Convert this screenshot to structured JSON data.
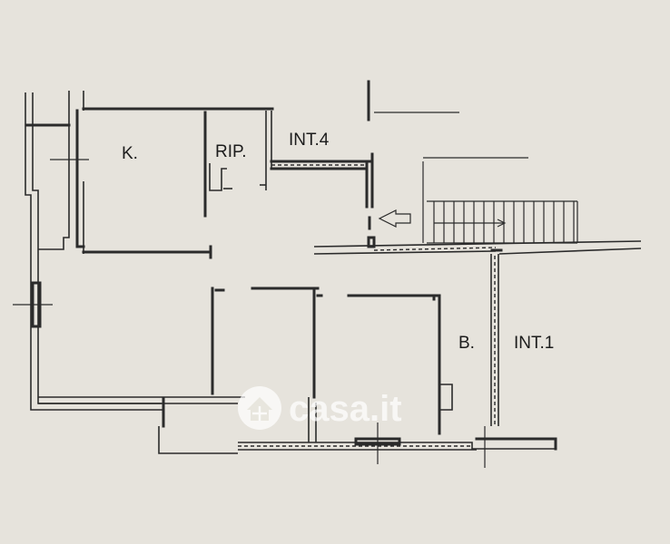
{
  "rooms": {
    "kitchen": "K.",
    "storage": "RIP.",
    "unit_4": "INT.4",
    "bathroom": "B.",
    "unit_1": "INT.1"
  },
  "watermark": {
    "text": "casa.it",
    "icon": "house-logo-icon"
  },
  "colors": {
    "paper": "#e6e3dc",
    "ink": "#2b2b2b"
  }
}
